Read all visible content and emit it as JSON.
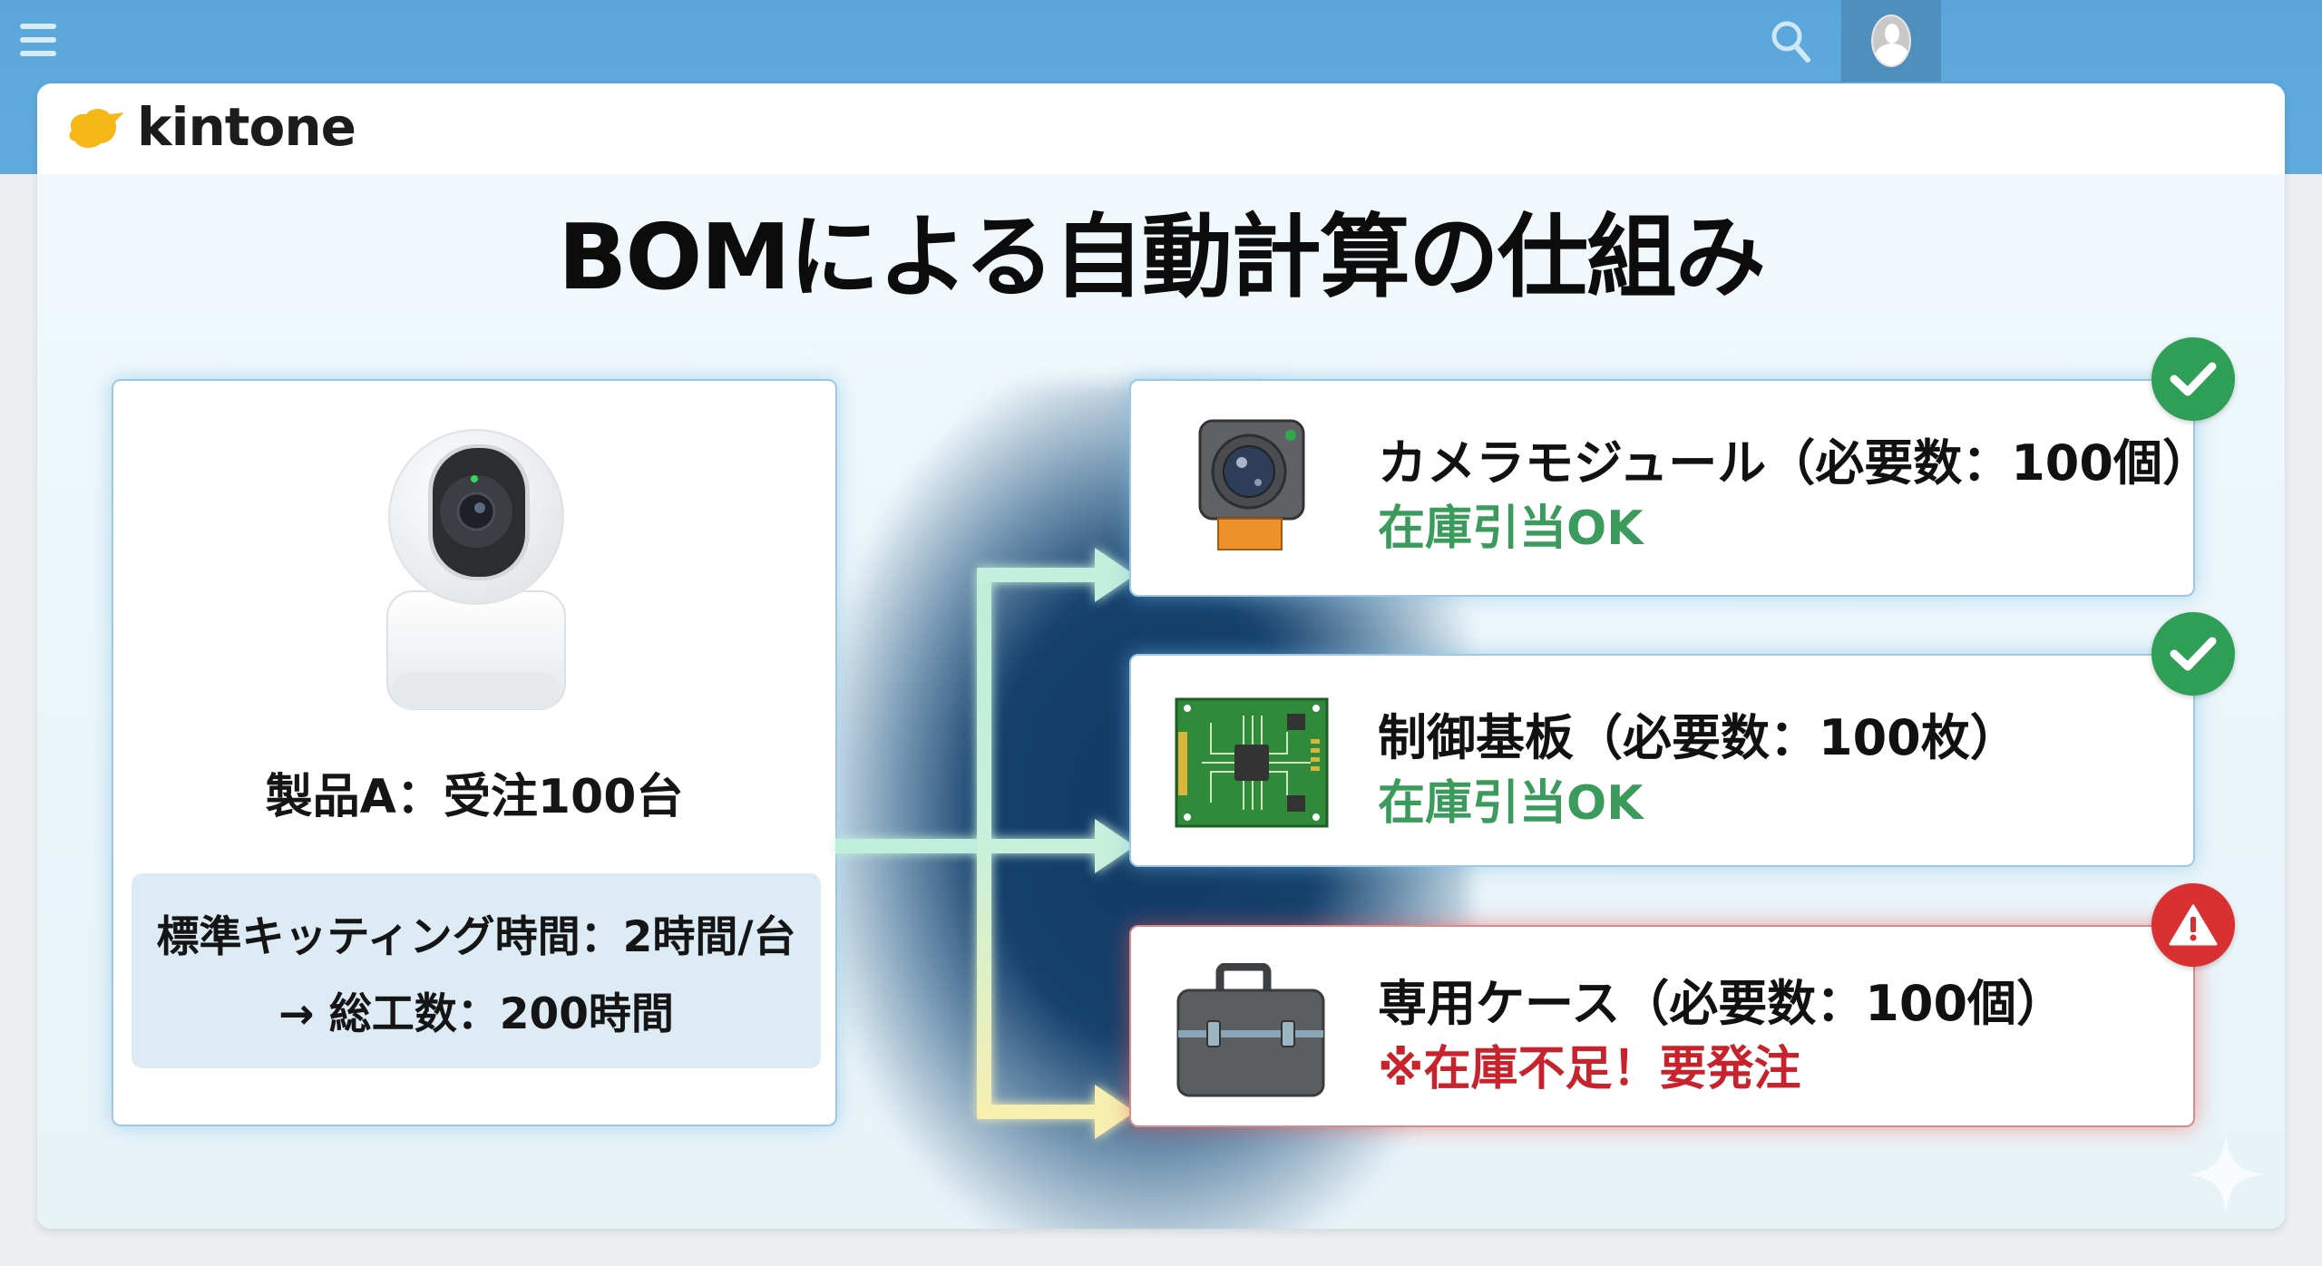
{
  "header": {
    "menu_icon": "hamburger-menu-icon",
    "search_icon": "search-icon",
    "avatar_icon": "user-avatar-icon",
    "colors": {
      "bar": "#5aa6dc",
      "avatar_bg": "#4e8fbd"
    }
  },
  "brand": {
    "logo_text": "kintone",
    "logo_color": "#f5b817"
  },
  "page": {
    "title": "BOMによる自動計算の仕組み"
  },
  "product": {
    "icon": "security-camera-icon",
    "label": "製品A：受注100台",
    "info_line1": "標準キッティング時間：2時間/台",
    "info_line2": "→ 総工数：200時間"
  },
  "components": [
    {
      "icon": "camera-module-icon",
      "title": "カメラモジュール（必要数：100個）",
      "status": "在庫引当OK",
      "state": "ok",
      "badge_icon": "check-icon"
    },
    {
      "icon": "circuit-board-icon",
      "title": "制御基板（必要数：100枚）",
      "status": "在庫引当OK",
      "state": "ok",
      "badge_icon": "check-icon"
    },
    {
      "icon": "toolbox-case-icon",
      "title": "専用ケース（必要数：100個）",
      "status": "※在庫不足！要発注",
      "state": "shortage",
      "badge_icon": "warning-icon"
    }
  ],
  "colors": {
    "ok": "#3a9b5c",
    "shortage": "#c8232c",
    "badge_ok": "#2f9e56",
    "badge_ng": "#d93032",
    "arrow_top": "#bdeed8",
    "arrow_bottom": "#f6efb0"
  }
}
